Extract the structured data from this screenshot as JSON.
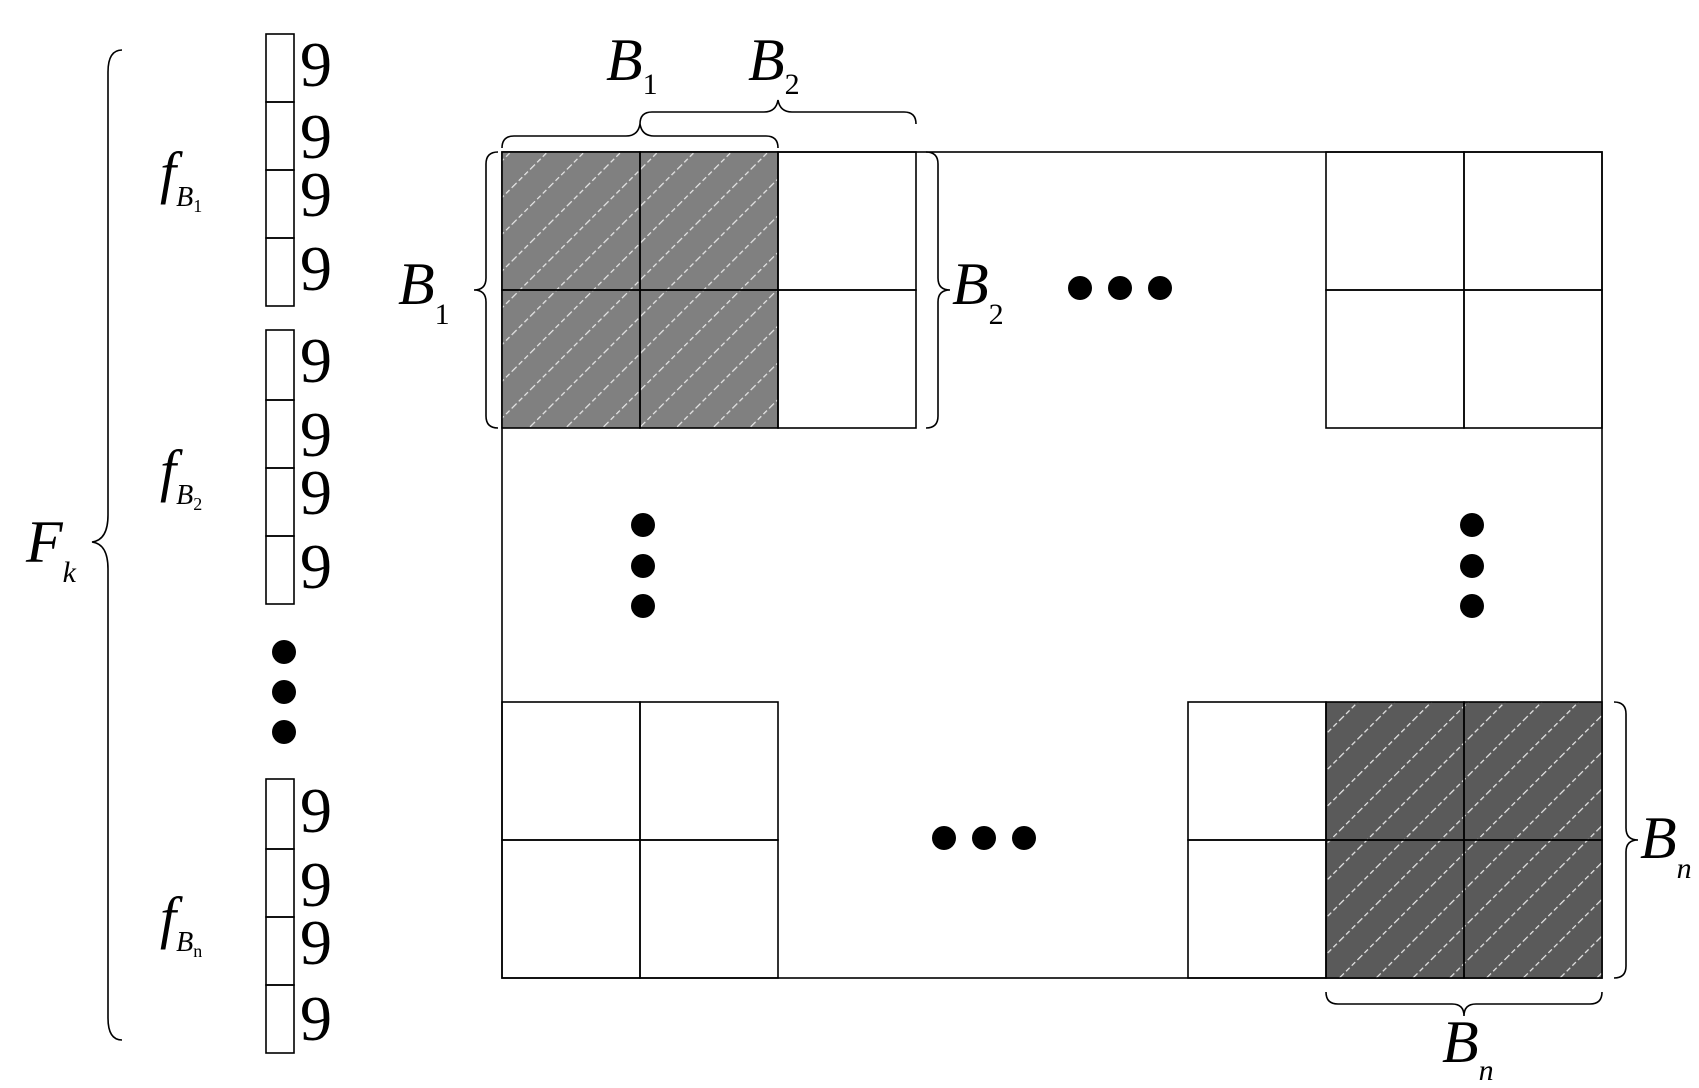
{
  "feature_vector": {
    "symbol": "F",
    "subscript": "k",
    "groups": [
      {
        "symbol": "f",
        "subscript": "B",
        "subsub": "1",
        "cells": [
          "9",
          "9",
          "9",
          "9"
        ]
      },
      {
        "symbol": "f",
        "subscript": "B",
        "subsub": "2",
        "cells": [
          "9",
          "9",
          "9",
          "9"
        ]
      },
      {
        "symbol": "f",
        "subscript": "B",
        "subsub": "n",
        "cells": [
          "9",
          "9",
          "9",
          "9"
        ]
      }
    ]
  },
  "grid": {
    "block_labels": {
      "top_b1": {
        "base": "B",
        "sub": "1"
      },
      "top_b2": {
        "base": "B",
        "sub": "2"
      },
      "left_b1": {
        "base": "B",
        "sub": "1"
      },
      "right_b2": {
        "base": "B",
        "sub": "2"
      },
      "right_bn": {
        "base": "B",
        "sub": "n"
      },
      "bottom_bn": {
        "base": "B",
        "sub": "n"
      }
    }
  },
  "colors": {
    "line": "#000000",
    "hatch_light": "#808080",
    "hatch_dark": "#5a5a5a",
    "hatch_stroke": "#e6e6e6",
    "dots": "#000000"
  }
}
